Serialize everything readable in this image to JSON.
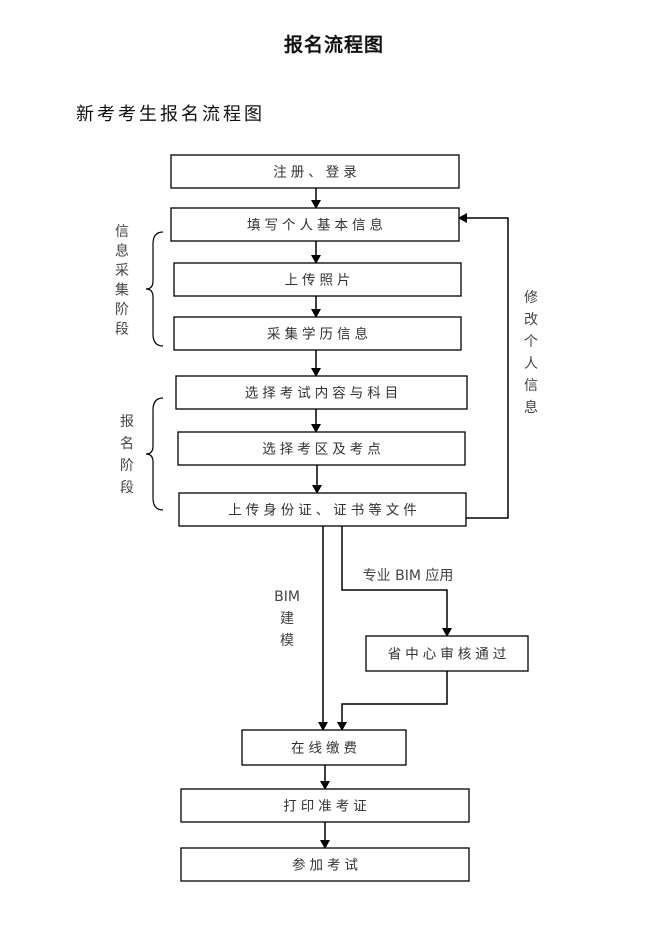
{
  "document": {
    "title": "报名流程图",
    "section_title": "新考考生报名流程图"
  },
  "nodes": [
    {
      "id": "register",
      "label": "注册、登录"
    },
    {
      "id": "fill-info",
      "label": "填写个人基本信息"
    },
    {
      "id": "upload-photo",
      "label": "上传照片"
    },
    {
      "id": "education",
      "label": "采集学历信息"
    },
    {
      "id": "choose-subject",
      "label": "选择考试内容与科目"
    },
    {
      "id": "choose-site",
      "label": "选择考区及考点"
    },
    {
      "id": "upload-docs",
      "label": "上传身份证、证书等文件"
    },
    {
      "id": "province-review",
      "label": "省中心审核通过"
    },
    {
      "id": "pay",
      "label": "在线缴费"
    },
    {
      "id": "print-admit",
      "label": "打印准考证"
    },
    {
      "id": "take-exam",
      "label": "参加考试"
    }
  ],
  "phases": [
    {
      "id": "info-phase",
      "label": "信息采集阶段"
    },
    {
      "id": "signup-phase",
      "label": "报名阶段"
    }
  ],
  "edge_labels": {
    "modify_info": "修改个人信息",
    "bim_modeling": [
      "BIM",
      "建",
      "模"
    ],
    "bim_professional": "专业 BIM 应用"
  }
}
